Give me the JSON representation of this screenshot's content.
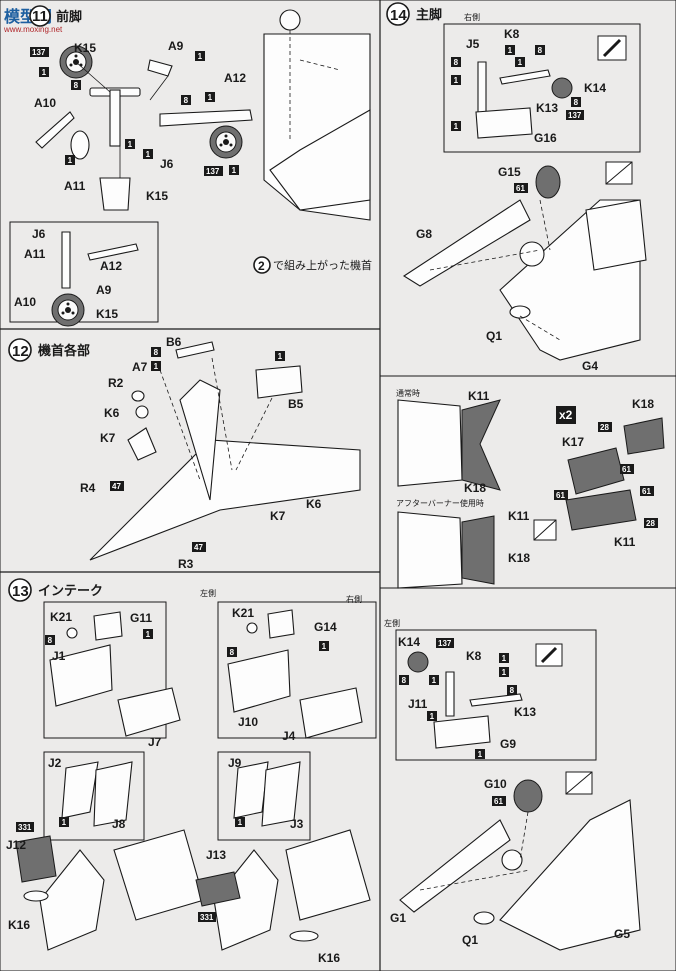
{
  "watermark": {
    "logo": "模型网",
    "url": "www.moxing.net"
  },
  "steps": {
    "s11": {
      "number": "11",
      "title": "前脚",
      "note": "で組み上がった機首",
      "note_step": "2",
      "labels": [
        "K15",
        "A9",
        "A12",
        "A10",
        "A11",
        "J6",
        "K15",
        "J6",
        "A11",
        "A12",
        "A10",
        "A9",
        "K15"
      ],
      "codes": [
        "137",
        "137"
      ]
    },
    "s12": {
      "number": "12",
      "title": "機首各部",
      "labels": [
        "B6",
        "A7",
        "R2",
        "K6",
        "K7",
        "B5",
        "R4",
        "K6",
        "K7",
        "R3"
      ],
      "codes": [
        "47",
        "47"
      ]
    },
    "s13": {
      "number": "13",
      "title": "インテーク",
      "left_caption": "左側",
      "right_caption": "右側",
      "labels": [
        "K21",
        "G11",
        "J1",
        "J7",
        "K21",
        "G14",
        "J10",
        "J4",
        "J2",
        "J8",
        "J9",
        "J3",
        "J12",
        "K16",
        "J13",
        "K16"
      ],
      "codes": [
        "331",
        "331"
      ]
    },
    "s14": {
      "number": "14",
      "title": "主脚",
      "right_caption": "右側",
      "left_caption": "左側",
      "labels": [
        "K8",
        "J5",
        "K14",
        "K13",
        "G16",
        "G15",
        "G8",
        "Q1",
        "G4",
        "K14",
        "K8",
        "J11",
        "K13",
        "G9",
        "G10",
        "G1",
        "Q1",
        "G5"
      ],
      "codes": [
        "137",
        "61",
        "137",
        "61"
      ]
    },
    "detail": {
      "normal_caption": "通常時",
      "ab_caption": "アフターバーナー使用時",
      "multiplier": "x2",
      "labels": [
        "K11",
        "K18",
        "K11",
        "K18",
        "K18",
        "K17",
        "K11"
      ],
      "codes": [
        "28",
        "61",
        "61",
        "61",
        "28"
      ]
    }
  }
}
